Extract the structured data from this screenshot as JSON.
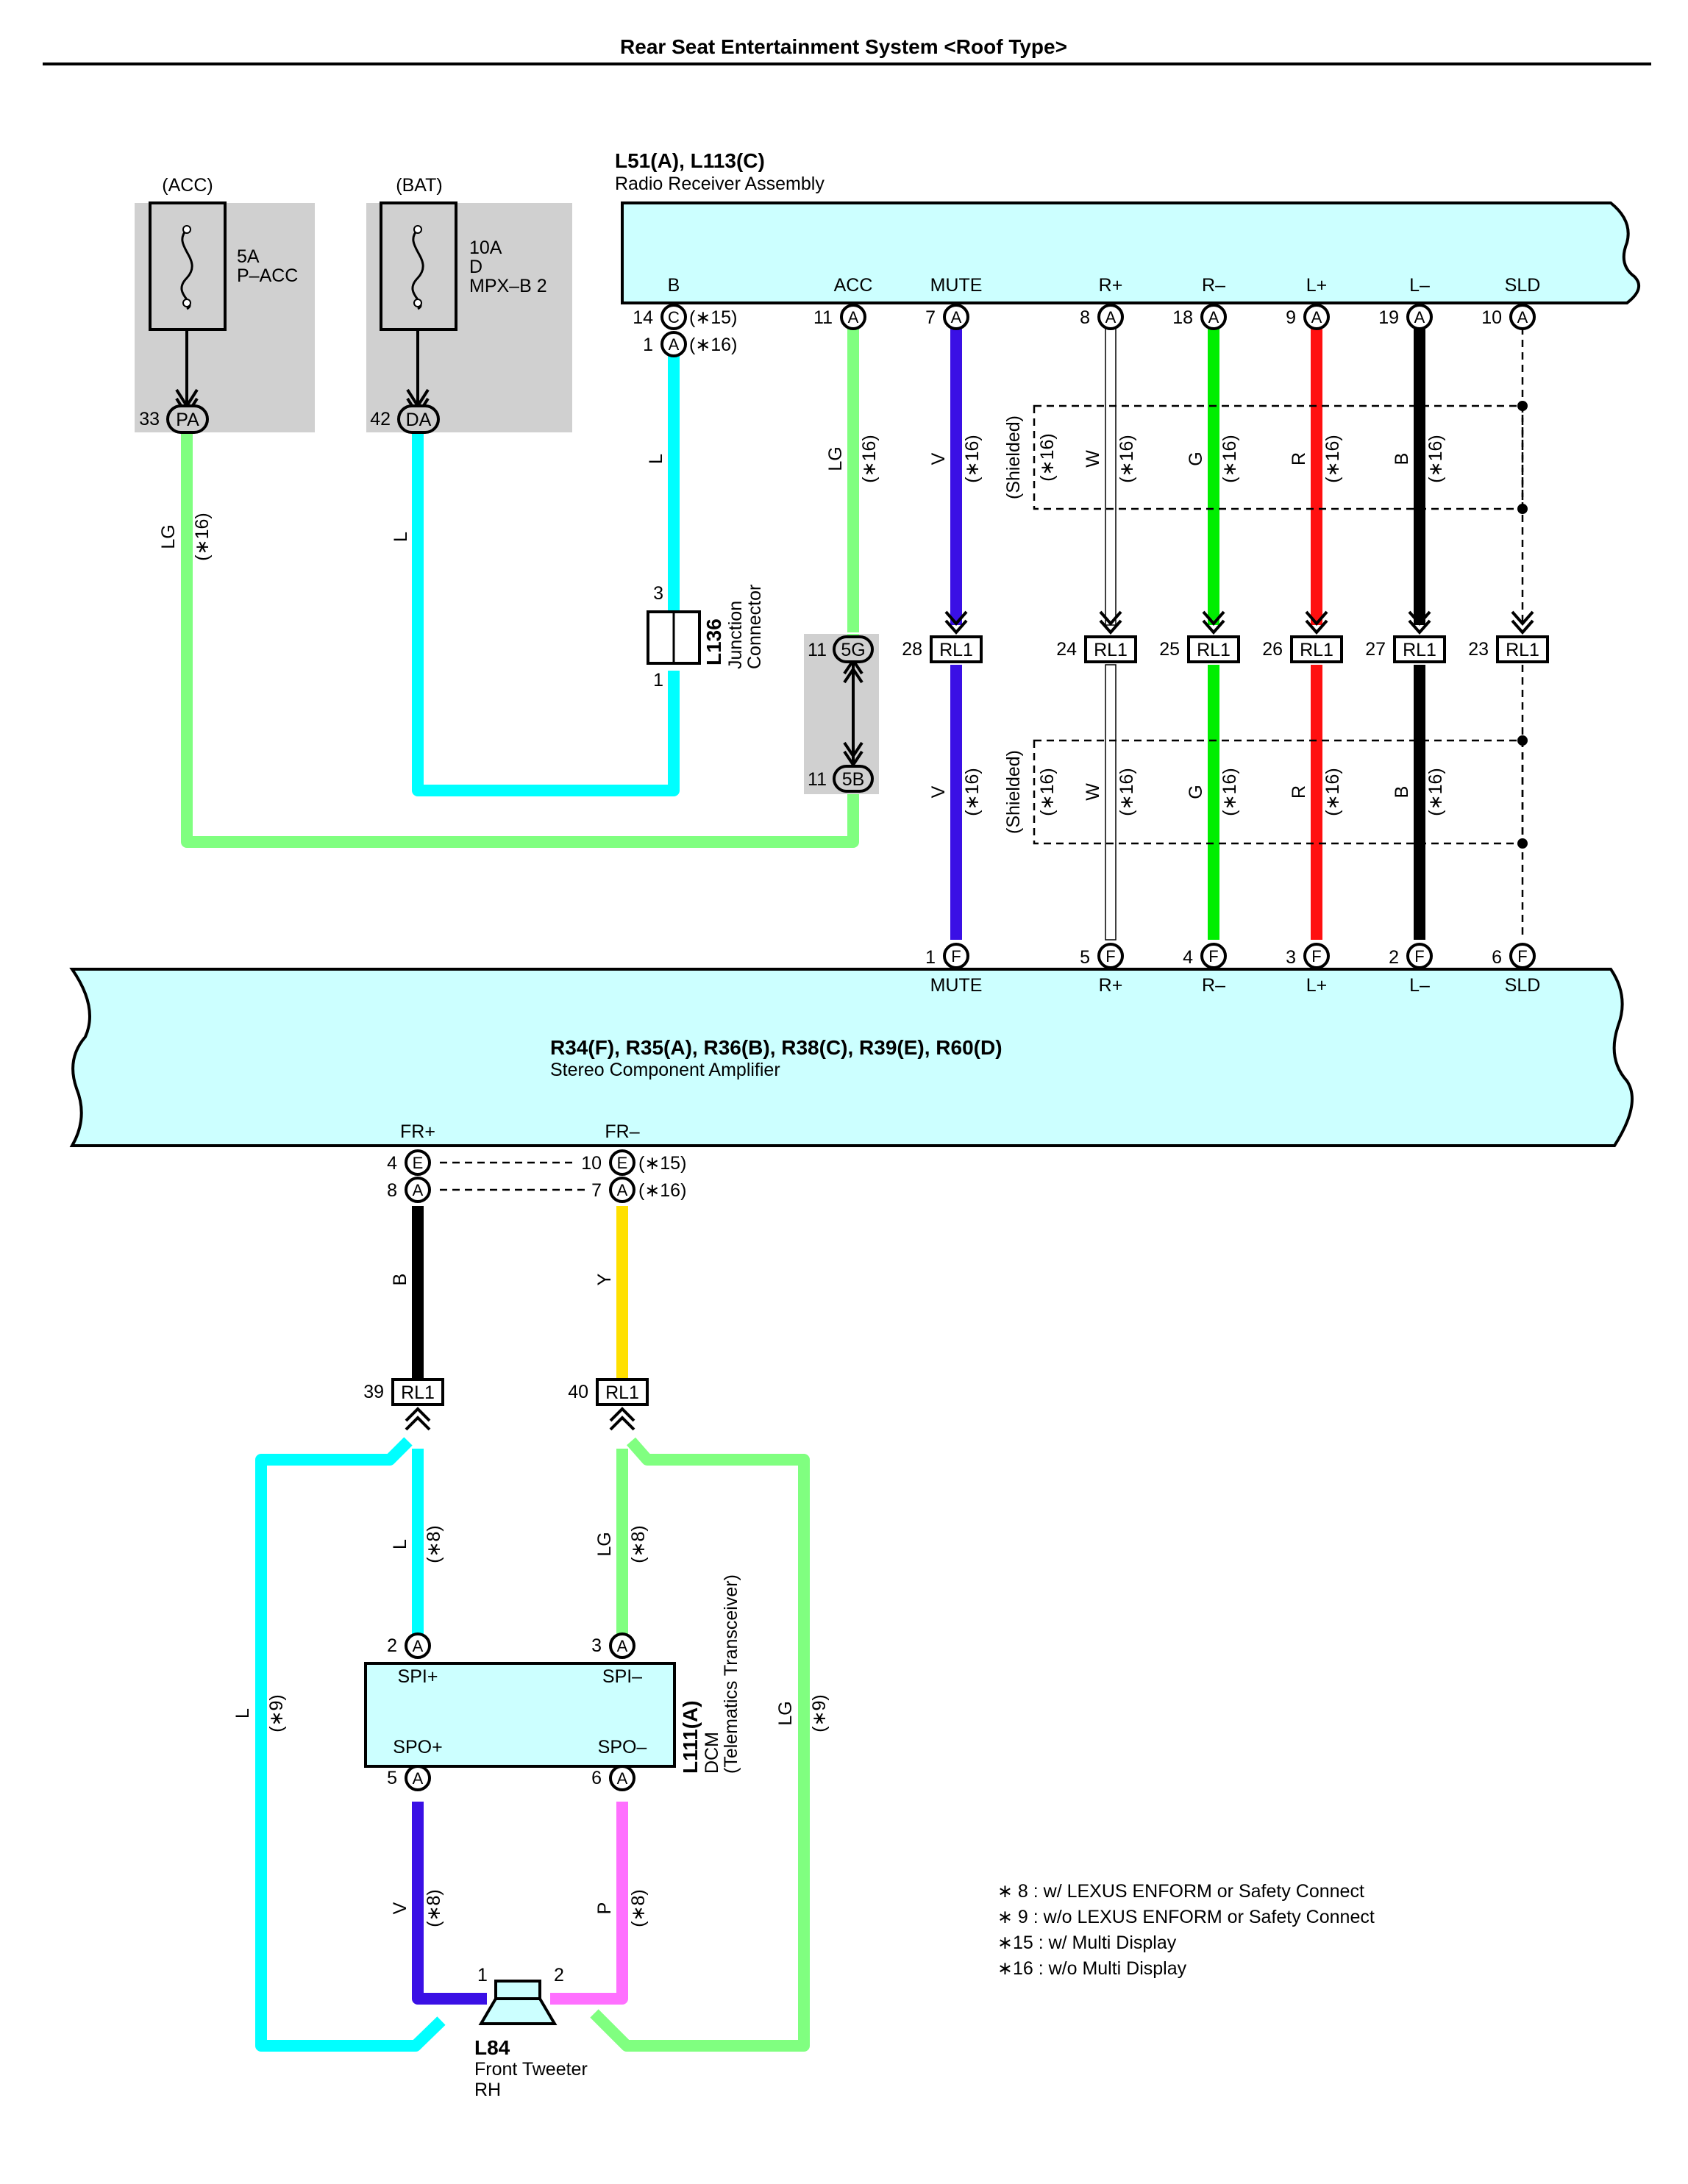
{
  "title": "Rear Seat Entertainment System <Roof Type>",
  "colors": {
    "LG": "#80ff80",
    "L": "#00ffff",
    "V": "#3a10e5",
    "W": "#ffffff",
    "G": "#00ee00",
    "R": "#ff1010",
    "B": "#000000",
    "Y": "#ffe000",
    "P": "#ff70ff",
    "module": "#ccffff",
    "fusebox": "#d0d0d0"
  },
  "fuses": [
    {
      "source": "(ACC)",
      "amp": "5A",
      "name": "P–ACC",
      "pin": "33",
      "conn": "PA",
      "wire": "LG",
      "note": "(∗16)"
    },
    {
      "source": "(BAT)",
      "amp": "10A",
      "name2": "D",
      "name": "MPX–B 2",
      "pin": "42",
      "conn": "DA",
      "wire": "L"
    }
  ],
  "radio": {
    "id": "L51(A), L113(C)",
    "name": "Radio Receiver Assembly",
    "terminals": [
      {
        "label": "B",
        "pins": [
          {
            "pin": "14",
            "conn": "C",
            "note": "(∗15)"
          },
          {
            "pin": "1",
            "conn": "A",
            "note": "(∗16)"
          }
        ],
        "wire": "L"
      },
      {
        "label": "ACC",
        "pin": "11",
        "conn": "A",
        "wire": "LG",
        "note": "(∗16)"
      },
      {
        "label": "MUTE",
        "pin": "7",
        "conn": "A",
        "wire": "V",
        "note": "(∗16)",
        "rl_pin": "28"
      },
      {
        "label": "R+",
        "pin": "8",
        "conn": "A",
        "wire": "W",
        "note": "(∗16)",
        "rl_pin": "24"
      },
      {
        "label": "R–",
        "pin": "18",
        "conn": "A",
        "wire": "G",
        "note": "(∗16)",
        "rl_pin": "25"
      },
      {
        "label": "L+",
        "pin": "9",
        "conn": "A",
        "wire": "R",
        "note": "(∗16)",
        "rl_pin": "26"
      },
      {
        "label": "L–",
        "pin": "19",
        "conn": "A",
        "wire": "B",
        "note": "(∗16)",
        "rl_pin": "27"
      },
      {
        "label": "SLD",
        "pin": "10",
        "conn": "A",
        "rl_pin": "23"
      }
    ]
  },
  "shielded": {
    "label": "(Shielded)",
    "note": "(∗16)"
  },
  "junction": {
    "id": "L136",
    "name": "Junction",
    "name2": "Connector",
    "pin_top": "3",
    "pin_bottom": "1"
  },
  "jb": {
    "pin1": "11",
    "conn1": "5G",
    "pin2": "11",
    "conn2": "5B"
  },
  "rl1": "RL1",
  "amplifier": {
    "id": "R34(F), R35(A), R36(B), R38(C), R39(E), R60(D)",
    "name": "Stereo Component Amplifier",
    "top_terminals": [
      {
        "label": "MUTE",
        "pin": "1",
        "conn": "F"
      },
      {
        "label": "R+",
        "pin": "5",
        "conn": "F"
      },
      {
        "label": "R–",
        "pin": "4",
        "conn": "F"
      },
      {
        "label": "L+",
        "pin": "3",
        "conn": "F"
      },
      {
        "label": "L–",
        "pin": "2",
        "conn": "F"
      },
      {
        "label": "SLD",
        "pin": "6",
        "conn": "F"
      }
    ],
    "fr_plus": {
      "label": "FR+",
      "pin_e": "4",
      "conn_e": "E",
      "pin_a": "8",
      "conn_a": "A",
      "wire": "B",
      "rl_pin": "39"
    },
    "fr_minus": {
      "label": "FR–",
      "pin_e": "10",
      "conn_e": "E",
      "note_e": "(∗15)",
      "pin_a": "7",
      "conn_a": "A",
      "note_a": "(∗16)",
      "wire": "Y",
      "rl_pin": "40"
    }
  },
  "dcm": {
    "id": "L111(A)",
    "name": "DCM",
    "name2": "(Telematics Transceiver)",
    "spi_plus": {
      "label": "SPI+",
      "pin": "2",
      "conn": "A",
      "wire": "L",
      "note": "(∗8)"
    },
    "spi_minus": {
      "label": "SPI–",
      "pin": "3",
      "conn": "A",
      "wire": "LG",
      "note": "(∗8)"
    },
    "spo_plus": {
      "label": "SPO+",
      "pin": "5",
      "conn": "A",
      "wire": "V",
      "note": "(∗8)"
    },
    "spo_minus": {
      "label": "SPO–",
      "pin": "6",
      "conn": "A",
      "wire": "P",
      "note": "(∗8)"
    }
  },
  "bypass": {
    "left_wire": "L",
    "right_wire": "LG",
    "note": "(∗9)"
  },
  "tweeter": {
    "id": "L84",
    "name": "Front Tweeter",
    "name2": "RH",
    "pin1": "1",
    "pin2": "2"
  },
  "legend": [
    "∗ 8 : w/ LEXUS ENFORM or Safety Connect",
    "∗ 9 : w/o LEXUS ENFORM or Safety Connect",
    "∗15 : w/ Multi Display",
    "∗16 : w/o Multi Display"
  ]
}
